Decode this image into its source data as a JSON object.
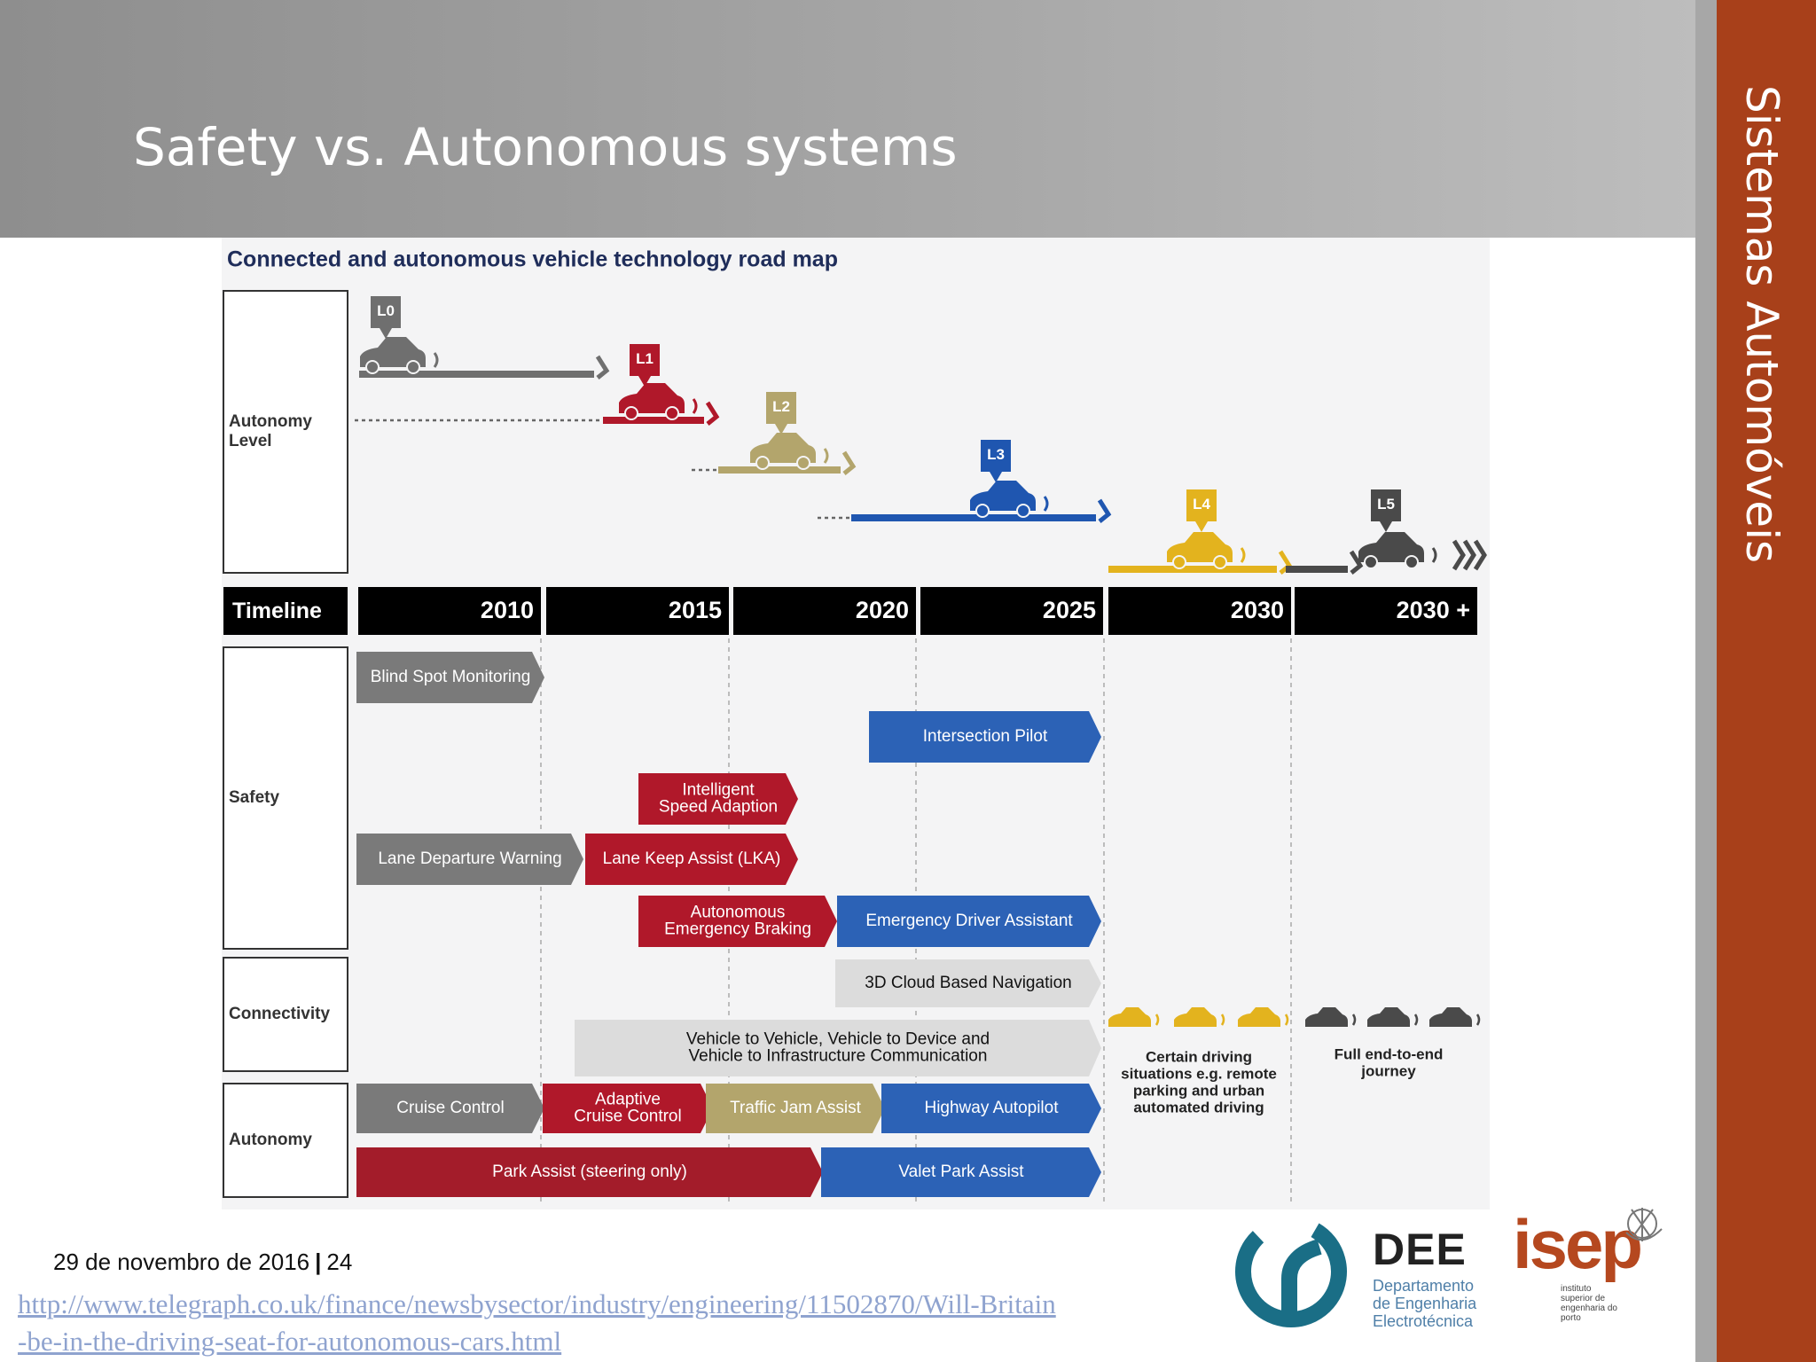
{
  "slide": {
    "title": "Safety vs. Autonomous systems",
    "side_title": "Sistemas Automóveis",
    "date": "29 de novembro de 2016",
    "page_number": "24",
    "source_link": "http://www.telegraph.co.uk/finance/newsbysector/industry/engineering/11502870/Will-Britain-be-in-the-driving-seat-for-autonomous-cars.html"
  },
  "roadmap": {
    "title": "Connected and autonomous vehicle technology road map",
    "row_labels": {
      "autonomy_level": "Autonomy\nLevel",
      "timeline": "Timeline",
      "safety": "Safety",
      "connectivity": "Connectivity",
      "autonomy": "Autonomy"
    },
    "timeline": [
      "2010",
      "2015",
      "2020",
      "2025",
      "2030",
      "2030 +"
    ],
    "levels": [
      {
        "label": "L0",
        "color": "#6f6f6f"
      },
      {
        "label": "L1",
        "color": "#b0182a"
      },
      {
        "label": "L2",
        "color": "#b3a56c"
      },
      {
        "label": "L3",
        "color": "#1f56b0"
      },
      {
        "label": "L4",
        "color": "#e3b31e"
      },
      {
        "label": "L5",
        "color": "#4a4a4a"
      }
    ],
    "safety": [
      {
        "label": "Blind Spot Monitoring",
        "color": "#7a7a7a"
      },
      {
        "label": "Intersection Pilot",
        "color": "#2c62b6"
      },
      {
        "label": "Intelligent\nSpeed Adaption",
        "color": "#b0182a"
      },
      {
        "label": "Lane Departure Warning",
        "color": "#7a7a7a"
      },
      {
        "label": "Lane Keep Assist (LKA)",
        "color": "#b0182a"
      },
      {
        "label": "Autonomous\nEmergency Braking",
        "color": "#b0182a"
      },
      {
        "label": "Emergency Driver Assistant",
        "color": "#2c62b6"
      }
    ],
    "connectivity": [
      {
        "label": "3D Cloud Based Navigation",
        "color": "#dcdcdc"
      },
      {
        "label": "Vehicle to Vehicle, Vehicle to Device and\nVehicle to Infrastructure Communication",
        "color": "#dcdcdc"
      }
    ],
    "autonomy": [
      {
        "label": "Cruise Control",
        "color": "#7a7a7a"
      },
      {
        "label": "Adaptive\nCruise Control",
        "color": "#b0182a"
      },
      {
        "label": "Traffic Jam Assist",
        "color": "#b3a56c"
      },
      {
        "label": "Highway Autopilot",
        "color": "#2c62b6"
      },
      {
        "label": "Park Assist (steering only)",
        "color": "#a31c2a"
      },
      {
        "label": "Valet Park Assist",
        "color": "#2c62b6"
      }
    ],
    "notes": {
      "l4": "Certain driving\nsituations e.g. remote\nparking and urban\nautomated driving",
      "l5": "Full end-to-end\njourney"
    }
  },
  "logos": {
    "dee_abbr": "DEE",
    "dee_name": "Departamento\nde Engenharia\nElectrotécnica",
    "isep_abbr": "isep",
    "isep_name": "instituto\nsuperior de\nengenharia do\nporto"
  }
}
